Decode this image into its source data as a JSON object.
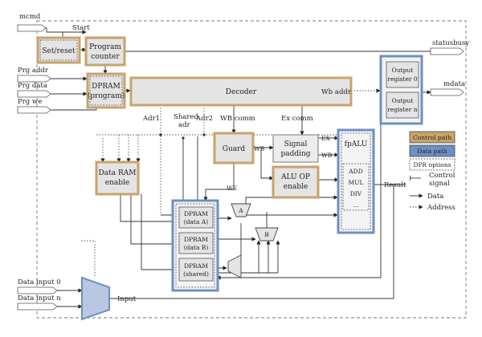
{
  "colors": {
    "control_path": "#c9a36a",
    "data_path": "#6e8fc4",
    "box_fill": "#ececec",
    "wire": "#333333"
  },
  "signals": {
    "mcmd": "mcmd",
    "start": "Start",
    "prg_addr": "Prg addr",
    "prg_data": "Prg data",
    "prg_we": "Prg we",
    "statusbusy": "statusbusy",
    "mdata": "mdata",
    "adr1": "Adr1",
    "shared_adr_1": "Shared",
    "shared_adr_2": "adr",
    "adr2": "Adr2",
    "wb_comm": "WB comm",
    "ex_comm": "Ex comm",
    "wb_addr": "Wb addr",
    "wb1": "WB",
    "wb2": "WB",
    "ex": "EX",
    "we": "WE",
    "result": "Result",
    "input": "Input",
    "data_input_0": "Data input 0",
    "data_input_n": "Data input n"
  },
  "blocks": {
    "set_reset": "Set/reset",
    "program_counter_1": "Program",
    "program_counter_2": "counter",
    "dpram_program_1": "DPRAM",
    "dpram_program_2": "(program)",
    "decoder": "Decoder",
    "output_reg0_1": "Output",
    "output_reg0_2": "register 0",
    "output_regn_1": "Output",
    "output_regn_2": "register n",
    "data_ram_enable_1": "Data RAM",
    "data_ram_enable_2": "enable",
    "guard": "Guard",
    "signal_padding_1": "Signal",
    "signal_padding_2": "padding",
    "alu_op_enable_1": "ALU OP",
    "alu_op_enable_2": "enable",
    "fpalu": "fpALU",
    "fpalu_ops": [
      "ADD",
      "MUL",
      "DIV",
      "..."
    ],
    "dpram_a_1": "DPRAM",
    "dpram_a_2": "(data A)",
    "dpram_b_1": "DPRAM",
    "dpram_b_2": "(data B)",
    "dpram_s_1": "DPRAM",
    "dpram_s_2": "(shared)",
    "mux_a": "A",
    "mux_b": "B"
  },
  "legend": {
    "control_path": "Control path",
    "data_path": "Data path",
    "dpr_options": "DPR options",
    "control_signal_1": "Control",
    "control_signal_2": "signal",
    "data": "Data",
    "address": "Address"
  }
}
